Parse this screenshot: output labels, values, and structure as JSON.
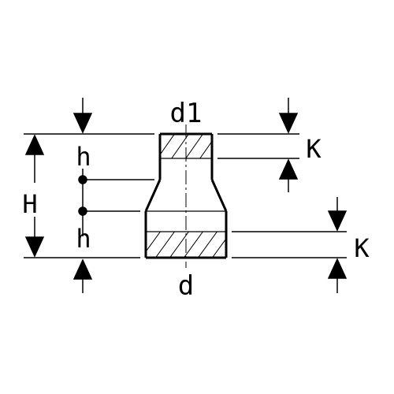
{
  "diagram": {
    "labels": {
      "top_diameter": "d1",
      "bottom_diameter": "d",
      "total_height": "H",
      "height_upper": "h",
      "height_lower": "h",
      "socket_depth_top": "K",
      "socket_depth_bottom": "K"
    },
    "colors": {
      "stroke": "#000000",
      "background": "#ffffff"
    }
  }
}
